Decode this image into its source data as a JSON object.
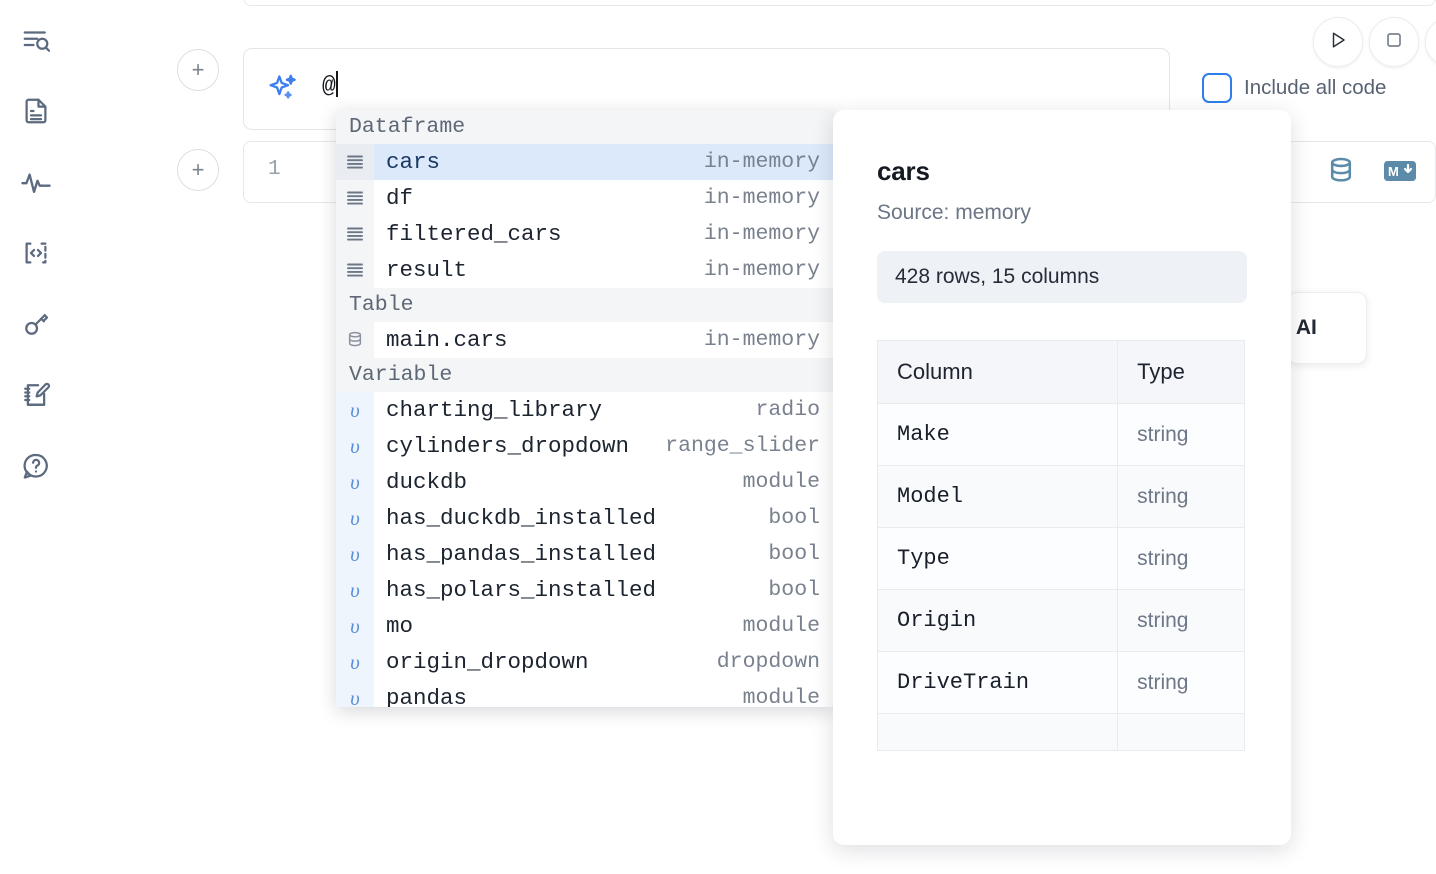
{
  "sidebar": {
    "items": [
      {
        "name": "explorer-search-icon",
        "label": "Explorer"
      },
      {
        "name": "document-icon",
        "label": "Documentation"
      },
      {
        "name": "activity-pulse-icon",
        "label": "Activity"
      },
      {
        "name": "code-snippet-icon",
        "label": "Snippets"
      },
      {
        "name": "key-icon",
        "label": "Secrets"
      },
      {
        "name": "notebook-edit-icon",
        "label": "Scratchpad"
      },
      {
        "name": "help-chat-icon",
        "label": "Help"
      }
    ]
  },
  "toolbar": {
    "run_label": "Run",
    "stop_label": "Stop",
    "include_all_code_label": "Include all code",
    "include_all_code_checked": false,
    "add_cell_label": "+"
  },
  "ai_prompt": {
    "icon": "sparkle-icon",
    "value": "@",
    "placeholder": ""
  },
  "code_cell": {
    "line_number": "1",
    "database_icon": "database-icon",
    "markdown_icon": "markdown-icon"
  },
  "ai_float_button": {
    "label": "h AI"
  },
  "autocomplete": {
    "groups": [
      {
        "label": "Dataframe",
        "icon": "dataframe-icon",
        "items": [
          {
            "name": "cars",
            "meta": "in-memory",
            "selected": true
          },
          {
            "name": "df",
            "meta": "in-memory",
            "selected": false
          },
          {
            "name": "filtered_cars",
            "meta": "in-memory",
            "selected": false
          },
          {
            "name": "result",
            "meta": "in-memory",
            "selected": false
          }
        ]
      },
      {
        "label": "Table",
        "icon": "table-database-icon",
        "items": [
          {
            "name": "main.cars",
            "meta": "in-memory",
            "selected": false
          }
        ]
      },
      {
        "label": "Variable",
        "icon": "variable-icon",
        "items": [
          {
            "name": "charting_library",
            "meta": "radio",
            "selected": false
          },
          {
            "name": "cylinders_dropdown",
            "meta": "range_slider",
            "selected": false
          },
          {
            "name": "duckdb",
            "meta": "module",
            "selected": false
          },
          {
            "name": "has_duckdb_installed",
            "meta": "bool",
            "selected": false
          },
          {
            "name": "has_pandas_installed",
            "meta": "bool",
            "selected": false
          },
          {
            "name": "has_polars_installed",
            "meta": "bool",
            "selected": false
          },
          {
            "name": "mo",
            "meta": "module",
            "selected": false
          },
          {
            "name": "origin_dropdown",
            "meta": "dropdown",
            "selected": false
          },
          {
            "name": "pandas",
            "meta": "module",
            "selected": false
          }
        ]
      }
    ]
  },
  "detail_panel": {
    "title": "cars",
    "source": "Source: memory",
    "shape": "428 rows, 15 columns",
    "table": {
      "headers": [
        "Column",
        "Type"
      ],
      "rows": [
        [
          "Make",
          "string"
        ],
        [
          "Model",
          "string"
        ],
        [
          "Type",
          "string"
        ],
        [
          "Origin",
          "string"
        ],
        [
          "DriveTrain",
          "string"
        ],
        [
          "",
          ""
        ]
      ]
    }
  },
  "colors": {
    "accent": "#2f7dea",
    "selection": "#dbe9fb",
    "icon": "#5b6a7f",
    "muted": "#79818f",
    "tool_icon": "#5b8ba8"
  }
}
